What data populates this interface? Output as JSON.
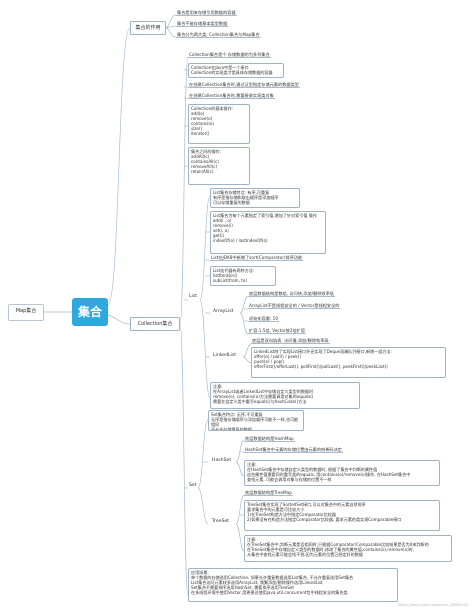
{
  "left_node": "Map集合",
  "root": "集合",
  "branch_purpose": {
    "label": "集合的作用",
    "items": [
      "集合是用来存储引用数据的容器",
      "集合不能存储基本类型数据",
      "集合分为两大类: Collection集合与Map集合"
    ]
  },
  "branch_collection": {
    "label": "Collection集合",
    "notes": [
      "Collection集合是个 存储数据的为多列集合",
      "Collection在Java中是一个接口\nCollection的实现类才是具体存储数据的容器",
      "在创建Collection集合时,通过泛型指定存储元素的数据类型",
      "在创建Collection集合时,需要接收实现类对象",
      "Collection的基本操作:\n  add(o)\n  remove(o)\n  contains(o)\n  size()\n  iterator()",
      "集合之间的操作:\n  addAll(c)\n  containsAll(c)\n  removeAll(c)\n  retainAll(c)"
    ],
    "list": {
      "label": "List",
      "notes": [
        "List集合存储特点: 有序,可重复\n  有序是指存储和取出顺序是添加顺序\n  可以存储重复的数据",
        "List集合为每个元素指定了索引值,增加了针对索引值 操作\n  add(i , o)\n  remove(i)\n  set(i, o)\n  get(i)\n  indexOf(o) / lastIndexOf(o)",
        "List在JDK8中新增了sort(Comparator)排序功能",
        "List迭代器有两种方法:\n  listIterator()\n  subList(from, to)",
        "注意:\n  在ArrayList或者LinkedList中存储自定义类型的数据时\n  remove(o), contains(o)方法需要调用对象的equals()\n  需要在自定义类中重写equals()与hashCode()方法"
      ],
      "arraylist": {
        "label": "ArrayList",
        "items": [
          "底层数据结构是数组, 访问快,添加/删除效率低",
          "ArrayList不是线程安全的 / Vector是线程安全的",
          "初始化容量: 10",
          "扩容:1.5倍, Vector按2倍扩容"
        ]
      },
      "linkedlist": {
        "label": "LinkedList",
        "items": [
          "底层是双向链表, 访问慢,添加/删除效率高",
          "LinkedList除了实现List接口外还实现了Deque双端队列接口,新增一组方法:\n  offer(o) / poll() / peek()\n  push(o) / pop()\n  offerFirst()/offerLast(), pollFirst()/pollLast(), peekFirst()/peekLast()"
        ]
      }
    },
    "set": {
      "label": "Set",
      "notes": [
        "Set集合特点: 无序,不可重复\n  无序是指存储顺序与添加顺序可能不一样,也可能相同\n  不允许存储重复的数据"
      ],
      "hashset": {
        "label": "HashSet",
        "items": [
          "底层数据结构是HashMap",
          "HashSet集合中元素的存储位置由元素的哈希码决定",
          "注意:\n  在HashSet集合中存储自定义类型的数据时, 根据了集合中判断的属性值\n  这些属性值需要同时重写类的equals, 用contains(o)/remove(o)操作, 在HashSet集合中\n  查找元素, 可能会调用对象与存储的位置不一样"
        ]
      },
      "treeset": {
        "label": "TreeSet",
        "items": [
          "底层数据结构是TreeMap",
          "TreeSet集合实现了SortedSet接口,可以对集合中的元素自然排序\n  要求集合中的元素是可比较大小\n    1)在TreeSet构造方法中指定Comparator比较器\n    2)如果没有在构造方法指定Comparator比较器, 要求元素的类实现Comparable接口",
          "注意:\n  在TreeSet集合中,判断元素是否相同时,只根据Comparator/Comparable比较结果是否为0来判断的\n  在TreeSet集合中存储自定义类型的数据时,修改了集合的属性值,contains(o),remove(o)时,\n  从集合中查找元素可能会找不到,因为元素的位置已经定好的数据"
        ]
      }
    },
    "usage": "应用场景:\n  单个数据的存储选用Collection, 如果允许重复数据选用List集合, 不允许重复选用Set集合\n  List集合访问元素较多选用ArrayList, 频繁添加/删除操作选用LinkedList\n  Set集合不需要排序选用HashSet, 需要排序选用TreeSet\n  在多线程环境中使用Vector,用更建议使用java.util.concurrent包中线程安全的集合类"
  },
  "watermark": "https://blog.csdn.net/weixin_45881003"
}
